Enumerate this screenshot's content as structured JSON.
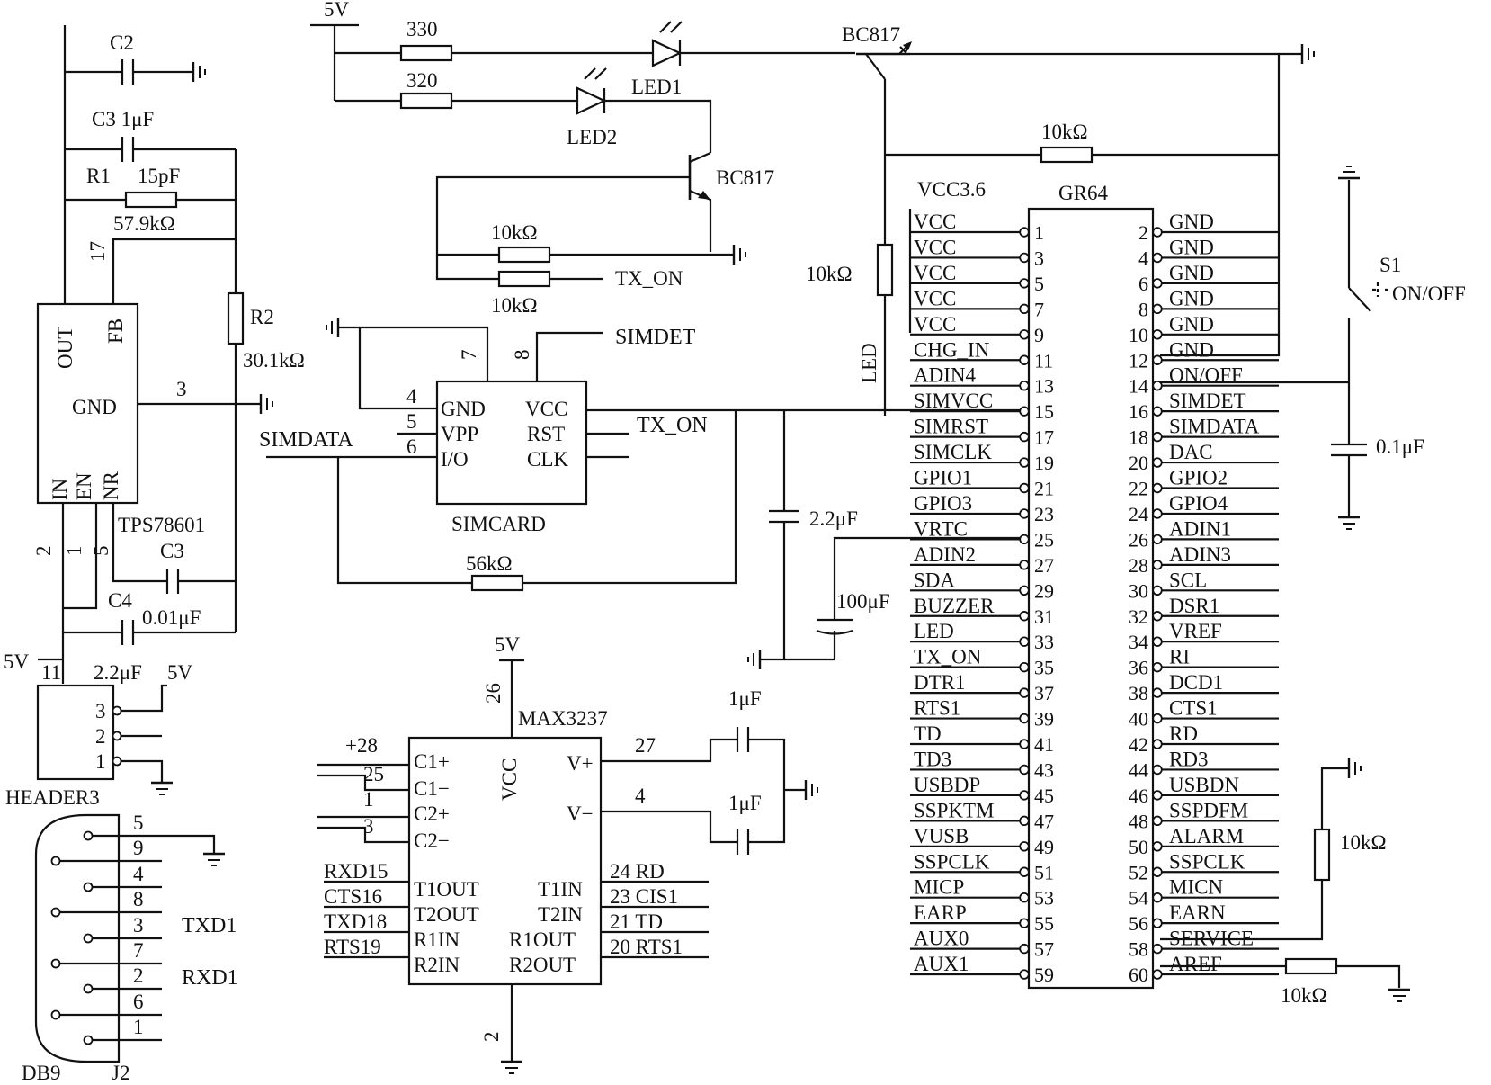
{
  "ldo": {
    "chip": "TPS78601",
    "out": "OUT",
    "fb": "FB",
    "gnd": "GND",
    "in": "IN",
    "en": "EN",
    "nr": "NR",
    "pin17": "17",
    "pin3": "3",
    "pin2": "2",
    "pin1": "1",
    "pin5": "5",
    "pin11": "11"
  },
  "ldo_parts": {
    "c2": "C2",
    "c3_top": "C3 1μF",
    "r1": "R1",
    "r1_cap": "15pF",
    "r1_val": "57.9kΩ",
    "r2": "R2",
    "r2_val": "30.1kΩ",
    "c3_bot": "C3",
    "c3_bot_val": "0.01μF",
    "c4": "C4",
    "c4_val": "2.2μF",
    "vin": "5V",
    "hdr_5v": "5V"
  },
  "header": {
    "name": "HEADER3",
    "pins": [
      "3",
      "2",
      "1"
    ]
  },
  "db9": {
    "name": "DB9",
    "ref": "J2",
    "pins": [
      "5",
      "9",
      "4",
      "8",
      "3",
      "7",
      "2",
      "6",
      "1"
    ],
    "txd": "TXD1",
    "rxd": "RXD1"
  },
  "led_drv": {
    "vcc": "5V",
    "r330": "330",
    "r320": "320",
    "led1": "LED1",
    "led2": "LED2",
    "q1": "BC817",
    "q2": "BC817",
    "rb1": "10kΩ",
    "rb2": "10kΩ",
    "tx_on": "TX_ON",
    "r_top": "10kΩ",
    "r_led": "10kΩ",
    "led_net": "LED"
  },
  "sim": {
    "name": "SIMCARD",
    "left": [
      "GND",
      "VPP",
      "I/O"
    ],
    "right": [
      "VCC",
      "RST",
      "CLK"
    ],
    "pin4": "4",
    "pin5": "5",
    "pin6": "6",
    "pin7": "7",
    "pin8": "8",
    "simdet": "SIMDET",
    "simdata": "SIMDATA",
    "tx_on": "TX_ON",
    "r56": "56kΩ",
    "c22": "2.2μF",
    "c100": "100μF"
  },
  "gr64": {
    "name": "GR64",
    "vcc_net": "VCC3.6",
    "left_labels": [
      "VCC",
      "VCC",
      "VCC",
      "VCC",
      "VCC",
      "CHG_IN",
      "ADIN4",
      "SIMVCC",
      "SIMRST",
      "SIMCLK",
      "GPIO1",
      "GPIO3",
      "VRTC",
      "ADIN2",
      "SDA",
      "BUZZER",
      "LED",
      "TX_ON",
      "DTR1",
      "RTS1",
      "TD",
      "TD3",
      "USBDP",
      "SSPKTM",
      "VUSB",
      "SSPCLK",
      "MICP",
      "EARP",
      "AUX0",
      "AUX1"
    ],
    "left_pins": [
      "1",
      "3",
      "5",
      "7",
      "9",
      "11",
      "13",
      "15",
      "17",
      "19",
      "21",
      "23",
      "25",
      "27",
      "29",
      "31",
      "33",
      "35",
      "37",
      "39",
      "41",
      "43",
      "45",
      "47",
      "49",
      "51",
      "53",
      "55",
      "57",
      "59"
    ],
    "right_labels": [
      "GND",
      "GND",
      "GND",
      "GND",
      "GND",
      "GND",
      "ON/OFF",
      "SIMDET",
      "SIMDATA",
      "DAC",
      "GPIO2",
      "GPIO4",
      "ADIN1",
      "ADIN3",
      "SCL",
      "DSR1",
      "VREF",
      "RI",
      "DCD1",
      "CTS1",
      "RD",
      "RD3",
      "USBDN",
      "SSPDFM",
      "ALARM",
      "SSPCLK",
      "MICN",
      "EARN",
      "SERVICE",
      "AREF"
    ],
    "right_pins": [
      "2",
      "4",
      "6",
      "8",
      "10",
      "12",
      "14",
      "16",
      "18",
      "20",
      "22",
      "24",
      "26",
      "28",
      "30",
      "32",
      "34",
      "36",
      "38",
      "40",
      "42",
      "44",
      "46",
      "48",
      "50",
      "52",
      "54",
      "56",
      "58",
      "60"
    ]
  },
  "switch": {
    "name": "S1",
    "label": "ON/OFF",
    "cap": "0.1μF",
    "r_service": "10kΩ",
    "r_aref": "10kΩ"
  },
  "max": {
    "name": "MAX3237",
    "vcc_label": "VCC",
    "vcc": "5V",
    "pin26": "26",
    "pin2": "2",
    "left": [
      "C1+",
      "C1−",
      "C2+",
      "C2−",
      "T1OUT",
      "T2OUT",
      "R1IN",
      "R2IN"
    ],
    "left_pins": [
      "+28",
      "25",
      "1",
      "3"
    ],
    "left_nets": [
      "RXD15",
      "CTS16",
      "TXD18",
      "RTS19"
    ],
    "right": [
      "V+",
      "V−",
      "T1IN",
      "T2IN",
      "R1OUT",
      "R2OUT"
    ],
    "pin27": "27",
    "pin4": "4",
    "cap1": "1μF",
    "cap2": "1μF",
    "right_nets": [
      "24 RD",
      "23 CIS1",
      "21 TD",
      "20 RTS1"
    ]
  }
}
